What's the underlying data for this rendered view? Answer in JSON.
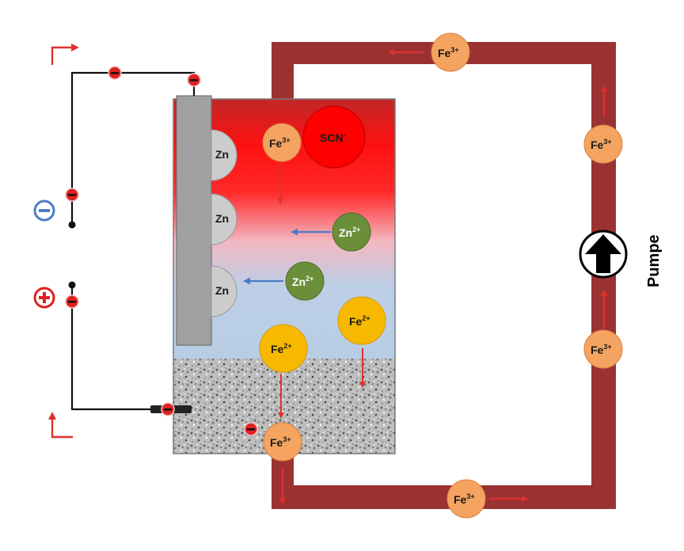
{
  "labels": {
    "zn": "Zn",
    "scn": "SCN",
    "scn_sup": "-",
    "fe": "Fe",
    "fe3_sup": "3+",
    "fe2_sup": "2+",
    "zn_ion": "Zn",
    "zn2_sup": "2+",
    "pump": "Pumpe",
    "electron": "−",
    "negative_pole": "−",
    "positive_pole": "+"
  },
  "colors": {
    "pipe": "#9b3232",
    "fe3_ion": "#f4a460",
    "fe2_ion": "#f7b900",
    "zn_ion": "#6b8e3a",
    "scn_ion": "#ff0000",
    "electron": "#e02020",
    "arrow_red": "#e03030",
    "arrow_blue": "#4a7cc7",
    "electrode": "#a0a0a0",
    "zn_deposit": "#cccccc",
    "solution_top": "#f01010",
    "solution_bottom": "#b8cde4",
    "pole_negative": "#4a7cc7",
    "pole_positive": "#e02020"
  }
}
